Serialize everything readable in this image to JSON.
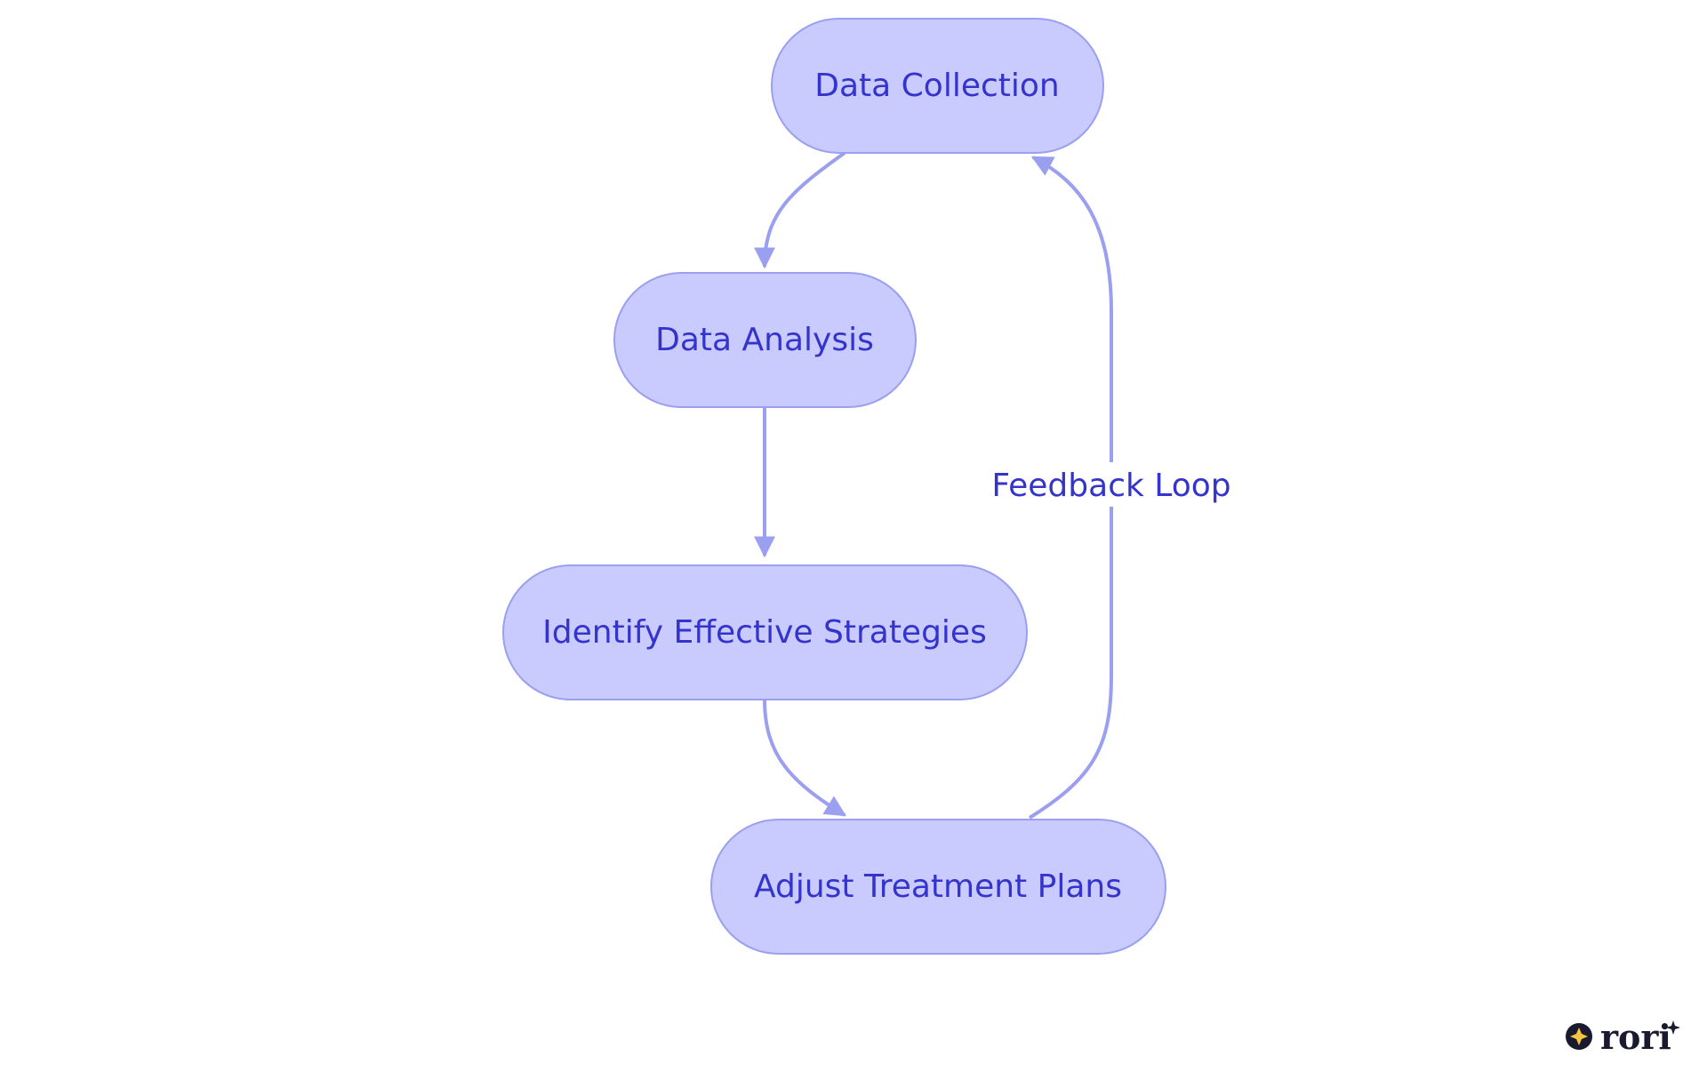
{
  "diagram": {
    "nodes": [
      {
        "id": "collection",
        "label": "Data Collection"
      },
      {
        "id": "analysis",
        "label": "Data Analysis"
      },
      {
        "id": "identify",
        "label": "Identify Effective Strategies"
      },
      {
        "id": "adjust",
        "label": "Adjust Treatment Plans"
      }
    ],
    "edges": [
      {
        "from": "collection",
        "to": "analysis",
        "label": ""
      },
      {
        "from": "analysis",
        "to": "identify",
        "label": ""
      },
      {
        "from": "identify",
        "to": "adjust",
        "label": ""
      },
      {
        "from": "adjust",
        "to": "collection",
        "label": "Feedback Loop"
      }
    ],
    "colors": {
      "node_fill": "#c9cafd",
      "node_stroke": "#9b9ff0",
      "edge": "#9b9ff0",
      "text": "#3434cc"
    }
  },
  "watermark": {
    "brand": "rori"
  }
}
